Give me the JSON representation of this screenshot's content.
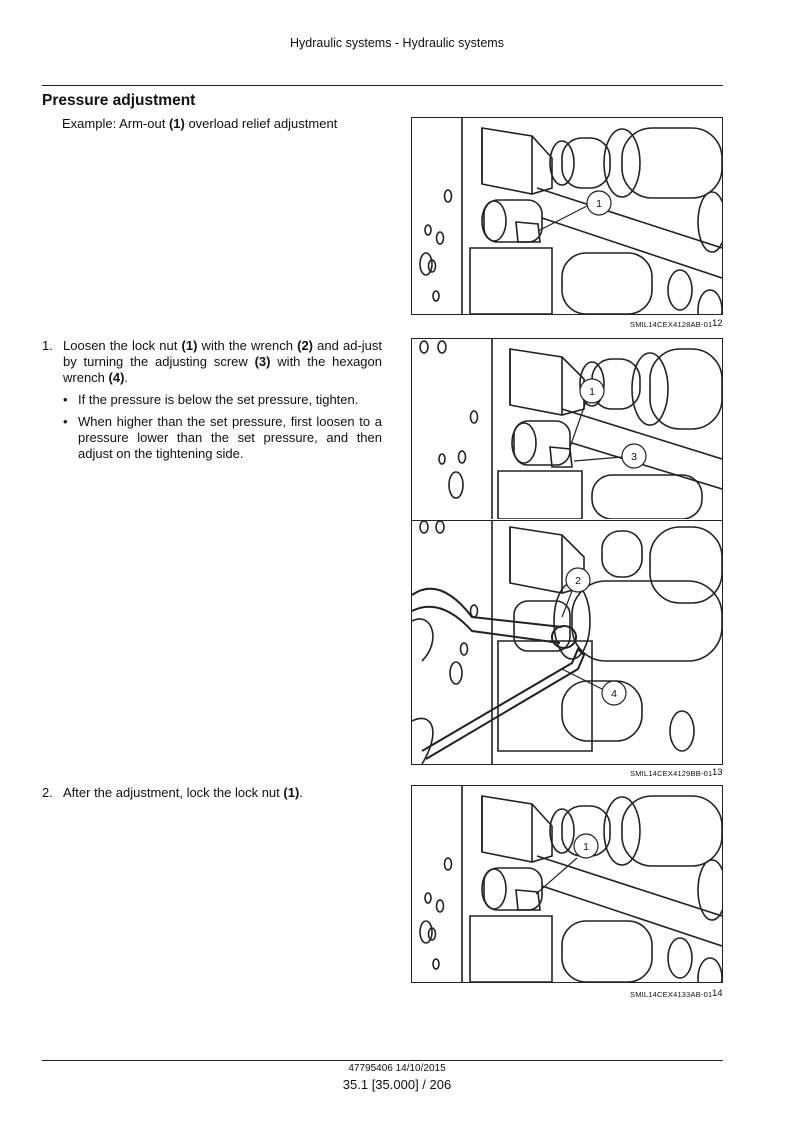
{
  "header": {
    "title": "Hydraulic systems - Hydraulic systems"
  },
  "section": {
    "title": "Pressure adjustment",
    "example": {
      "prefix": "Example: Arm-out ",
      "ref": "(1)",
      "suffix": " overload relief adjustment"
    }
  },
  "steps": [
    {
      "number": "1.",
      "parts": [
        "Loosen the lock nut ",
        "(1)",
        " with the wrench ",
        "(2)",
        " and ad-just by turning the adjusting screw ",
        "(3)",
        " with the hexagon wrench ",
        "(4)",
        "."
      ],
      "bullets": [
        "If the pressure is below the set pressure, tighten.",
        "When higher than the set pressure, first loosen to a pressure lower than the set pressure, and then adjust on the tightening side."
      ]
    },
    {
      "number": "2.",
      "parts": [
        "After the adjustment, lock the lock nut ",
        "(1)",
        "."
      ]
    }
  ],
  "bullet_char": "•",
  "figures": [
    {
      "code": "SMIL14CEX4128AB-01",
      "number": "12",
      "callouts": [
        "1"
      ]
    },
    {
      "code": "SMIL14CEX4129BB-01",
      "number": "13",
      "callouts_top": [
        "1",
        "3"
      ],
      "callouts_bottom": [
        "2",
        "4"
      ]
    },
    {
      "code": "SMIL14CEX4133AB-01",
      "number": "14",
      "callouts": [
        "1"
      ]
    }
  ],
  "footer": {
    "doc": "47795406 14/10/2015",
    "page": "35.1 [35.000] / 206"
  }
}
